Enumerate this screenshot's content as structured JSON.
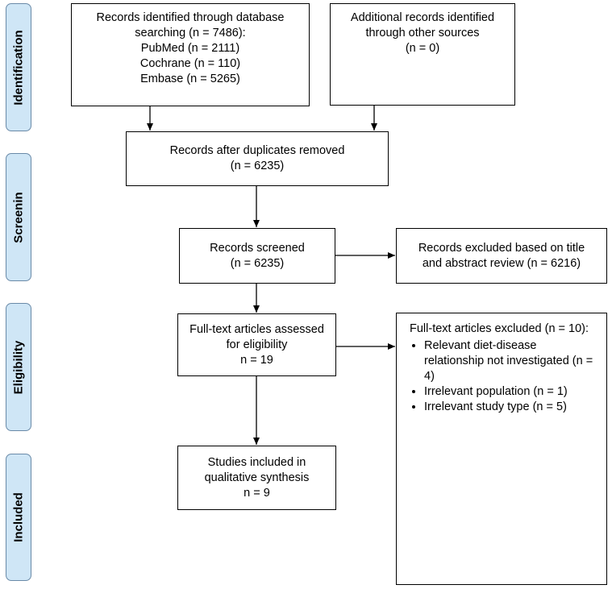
{
  "phases": {
    "identification": "Identification",
    "screening": "Screenin",
    "eligibility": "Eligibility",
    "included": "Included"
  },
  "boxes": {
    "database": {
      "line1": "Records identified through database",
      "line2": "searching (n = 7486):",
      "line3": "PubMed (n = 2111)",
      "line4": "Cochrane (n = 110)",
      "line5": "Embase (n = 5265)"
    },
    "other_sources": {
      "line1": "Additional records identified",
      "line2": "through other sources",
      "line3": "(n = 0)"
    },
    "duplicates_removed": {
      "line1": "Records after duplicates removed",
      "line2": "(n = 6235)"
    },
    "screened": {
      "line1": "Records screened",
      "line2": "(n = 6235)"
    },
    "excluded_title": {
      "line1": "Records excluded based on title",
      "line2": "and abstract review (n = 6216)"
    },
    "fulltext_assessed": {
      "line1": "Full-text articles assessed",
      "line2": "for eligibility",
      "line3": "n = 19"
    },
    "fulltext_excluded": {
      "heading": "Full-text articles excluded (n = 10):",
      "items": [
        "Relevant diet-disease relationship not investigated (n = 4)",
        "Irrelevant population (n = 1)",
        "Irrelevant study type (n = 5)"
      ]
    },
    "included": {
      "line1": "Studies included in",
      "line2": "qualitative synthesis",
      "line3": "n = 9"
    }
  },
  "colors": {
    "phase_fill": "#cfe6f6",
    "phase_border": "#6a8aa8",
    "box_border": "#000000"
  }
}
